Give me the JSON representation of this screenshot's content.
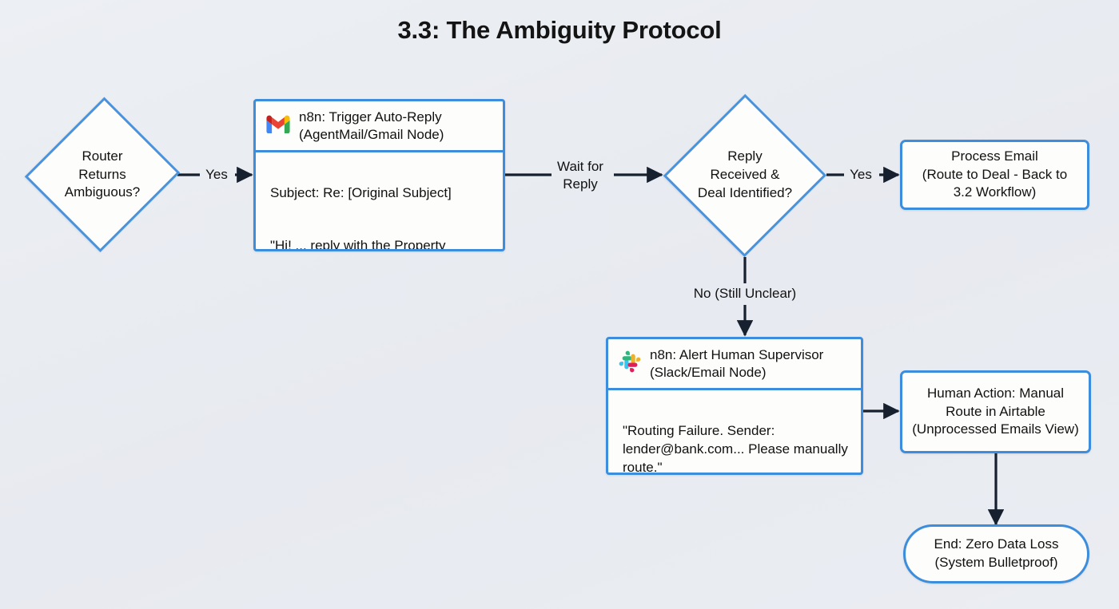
{
  "page": {
    "title": "3.3: The Ambiguity Protocol",
    "background_color": "#e9ecf1",
    "node_border_color": "#3d8ddd",
    "node_fill_color": "#fdfdfb",
    "edge_color": "#16202e"
  },
  "nodes": {
    "router_decision": {
      "type": "diamond",
      "label": "Router\nReturns\nAmbiguous?"
    },
    "auto_reply": {
      "type": "app-node",
      "icon": "gmail-icon",
      "header": "n8n: Trigger Auto-Reply\n(AgentMail/Gmail Node)",
      "body_line_1": "Subject: Re: [Original Subject]",
      "body_line_2": "\"Hi! ... reply with the Property Address?\""
    },
    "reply_decision": {
      "type": "diamond",
      "label": "Reply\nReceived &\nDeal Identified?"
    },
    "process_email": {
      "type": "box",
      "label": "Process Email\n(Route to Deal - Back to\n3.2 Workflow)"
    },
    "alert_supervisor": {
      "type": "app-node",
      "icon": "slack-icon",
      "header": "n8n: Alert Human Supervisor\n(Slack/Email Node)",
      "body_line_1": "\"Routing Failure. Sender: lender@bank.com... Please manually route.\""
    },
    "human_action": {
      "type": "box",
      "label": "Human Action: Manual\nRoute in Airtable\n(Unprocessed Emails View)"
    },
    "end_node": {
      "type": "stadium",
      "label": "End: Zero Data Loss\n(System Bulletproof)"
    }
  },
  "edges": {
    "router_to_autoreply": {
      "label": "Yes"
    },
    "autoreply_to_replydecision": {
      "label": "Wait for\nReply"
    },
    "replydecision_to_process": {
      "label": "Yes"
    },
    "replydecision_to_alert": {
      "label": "No (Still Unclear)"
    },
    "alert_to_human": {
      "label": ""
    },
    "human_to_end": {
      "label": ""
    }
  }
}
